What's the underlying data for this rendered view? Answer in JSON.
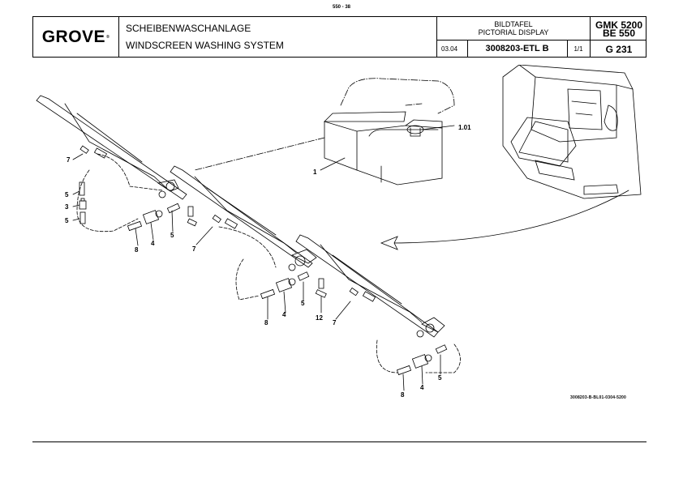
{
  "page_number": "550 - 38",
  "logo_text": "GROVE",
  "logo_mark": "®",
  "title_de": "SCHEIBENWASCHANLAGE",
  "title_en": "WINDSCREEN WASHING SYSTEM",
  "display_de": "BILDTAFEL",
  "display_en": "PICTORIAL DISPLAY",
  "date": "03.04",
  "document_number": "3008203-ETL B",
  "sheet": "1/1",
  "model_line1": "GMK 5200",
  "model_line2": "BE 550",
  "group": "G 231",
  "drawing_reference": "3008203-B-BL01-0304-5200",
  "callouts": {
    "tank": "1",
    "cap": "1.01",
    "hose": "5",
    "valve": "3",
    "nozzle": "4",
    "sleeve": "8",
    "clip": "7",
    "tee": "12"
  }
}
